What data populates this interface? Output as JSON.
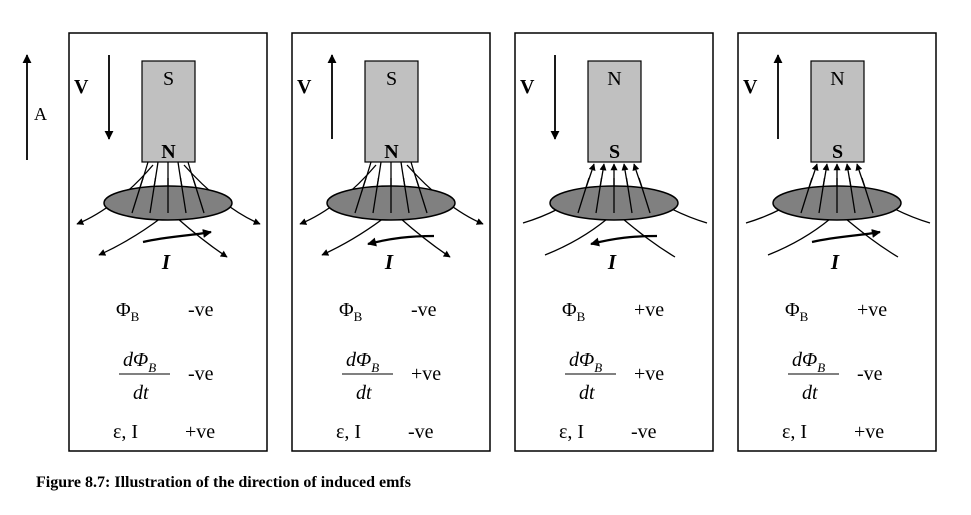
{
  "axis_label": "A",
  "velocity_label": "V",
  "current_label": "I",
  "row_labels": {
    "flux_symbol": "Φ",
    "flux_subscript": "B",
    "rate_numerator": "dΦ",
    "rate_subscript": "B",
    "rate_denominator": "dt",
    "emf_label": "ε, I"
  },
  "panels": [
    {
      "top_pole": "S",
      "bottom_pole": "N",
      "velocity": "down",
      "field": "out",
      "current_arrow": "right",
      "flux_sign": "-ve",
      "rate_sign": "-ve",
      "emf_sign": "+ve"
    },
    {
      "top_pole": "S",
      "bottom_pole": "N",
      "velocity": "up",
      "field": "out",
      "current_arrow": "left",
      "flux_sign": "-ve",
      "rate_sign": "+ve",
      "emf_sign": "-ve"
    },
    {
      "top_pole": "N",
      "bottom_pole": "S",
      "velocity": "down",
      "field": "in",
      "current_arrow": "left",
      "flux_sign": "+ve",
      "rate_sign": "+ve",
      "emf_sign": "-ve"
    },
    {
      "top_pole": "N",
      "bottom_pole": "S",
      "velocity": "up",
      "field": "in",
      "current_arrow": "right",
      "flux_sign": "+ve",
      "rate_sign": "-ve",
      "emf_sign": "+ve"
    }
  ],
  "caption": "Figure 8.7: Illustration of the direction of induced emfs"
}
